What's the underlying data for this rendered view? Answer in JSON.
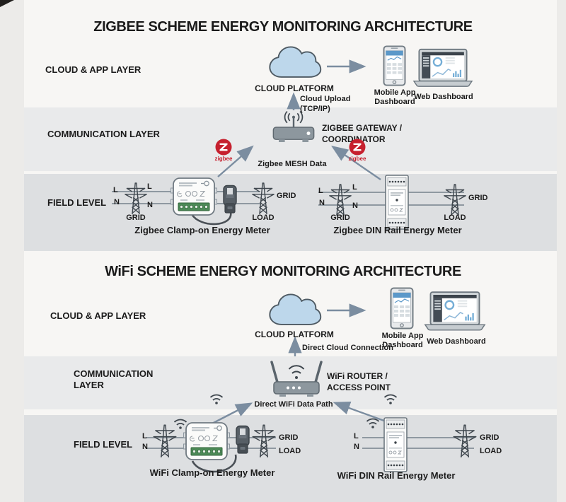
{
  "colors": {
    "zigbee_red": "#c6202e",
    "arrow_blue_gray": "#7b8da0",
    "wire_gray": "#8f99a1",
    "cloud_fill": "#bdd7eb",
    "device_gray": "#8d979e",
    "terminal_green": "#4c8a57",
    "comm_band": "#e9eaeb",
    "field_band": "#dddfe1"
  },
  "shared": {
    "l": "L",
    "n": "N",
    "grid": "GRID",
    "load": "LOAD",
    "cloud_platform": "CLOUD PLATFORM",
    "mobile_app_line1": "Mobile App",
    "mobile_app_line2": "Dashboard",
    "web_dashboard": "Web Dashboard"
  },
  "zigbee": {
    "title": "ZIGBEE SCHEME ENERGY MONITORING ARCHITECTURE",
    "cloud_layer_label": "CLOUD & APP LAYER",
    "comm_layer_label": "COMMUNICATION LAYER",
    "field_layer_label": "FIELD LEVEL",
    "upload_line1": "Cloud Upload",
    "upload_line2": "(TCP/IP)",
    "gateway_line1": "ZIGBEE GATEWAY /",
    "gateway_line2": "COORDINATOR",
    "mesh_label": "Zigbee MESH Data",
    "wordmark": "zigbee",
    "clamp_caption": "Zigbee Clamp-on Energy Meter",
    "din_caption": "Zigbee DIN Rail Energy Meter"
  },
  "wifi": {
    "title": "WiFi SCHEME ENERGY MONITORING ARCHITECTURE",
    "cloud_layer_label": "CLOUD & APP LAYER",
    "comm_layer_line1": "COMMUNICATION",
    "comm_layer_line2": "LAYER",
    "field_layer_label": "FIELD LEVEL",
    "connection_label": "Direct Cloud Connection",
    "router_line1": "WiFi ROUTER /",
    "router_line2": "ACCESS POINT",
    "path_label": "Direct WiFi Data Path",
    "clamp_caption": "WiFi Clamp-on Energy Meter",
    "din_caption": "WiFi DIN Rail Energy Meter"
  }
}
